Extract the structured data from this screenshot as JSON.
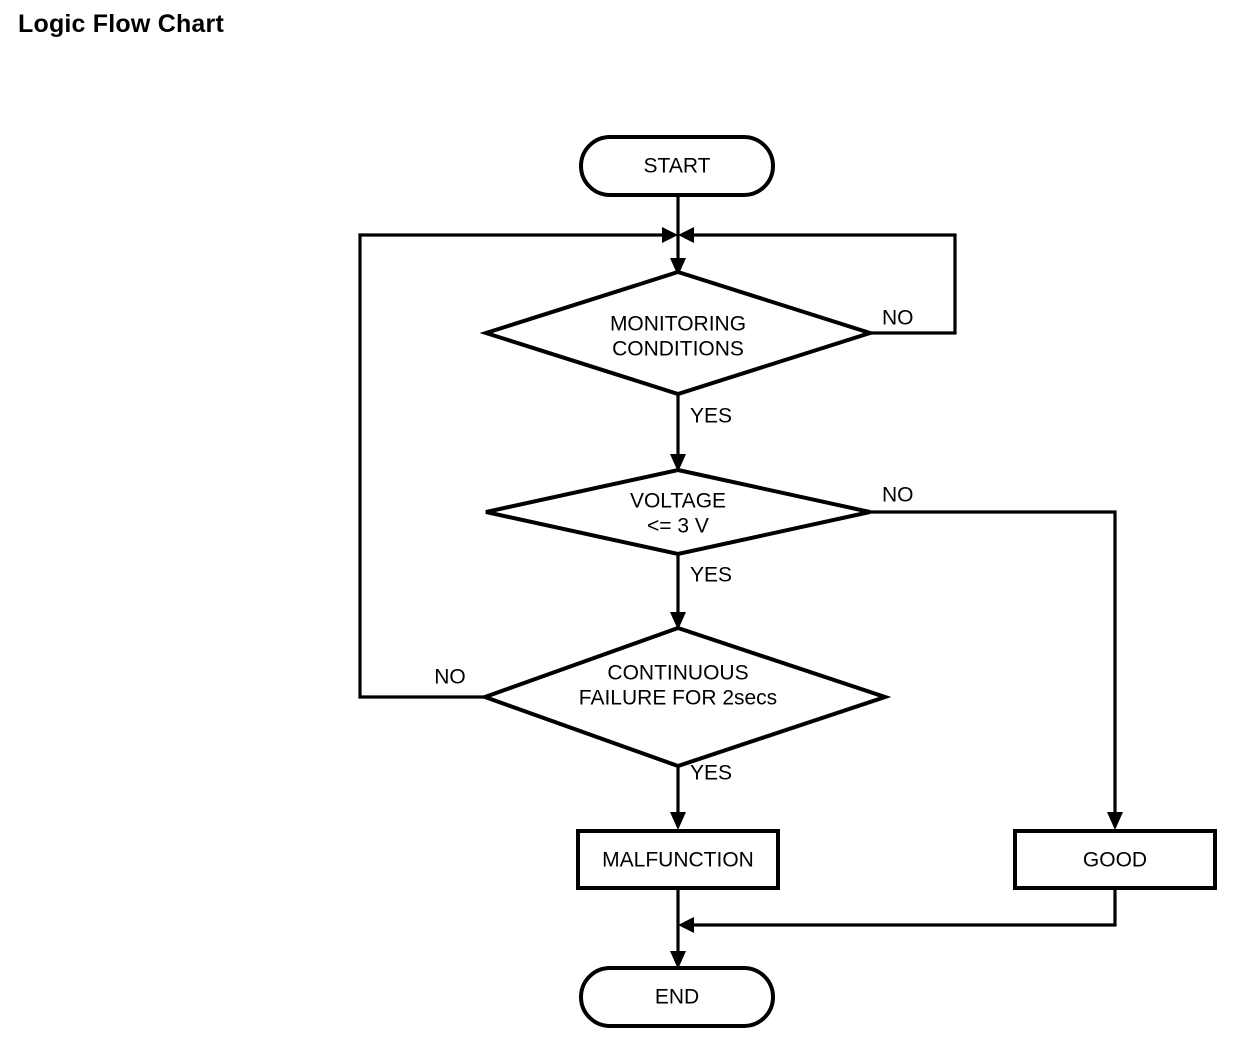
{
  "title": "Logic Flow Chart",
  "chart_data": {
    "type": "diagram",
    "diagram_kind": "flowchart",
    "title": "Logic Flow Chart",
    "orientation": "top-to-bottom",
    "nodes": [
      {
        "id": "start",
        "shape": "stadium",
        "label": "START"
      },
      {
        "id": "monitoring",
        "shape": "diamond",
        "label": "MONITORING CONDITIONS",
        "line1": "MONITORING",
        "line2": "CONDITIONS"
      },
      {
        "id": "voltage",
        "shape": "diamond",
        "label": "VOLTAGE <= 3 V",
        "line1": "VOLTAGE",
        "line2": "<= 3 V"
      },
      {
        "id": "continuous",
        "shape": "diamond",
        "label": "CONTINUOUS FAILURE FOR 2secs",
        "line1": "CONTINUOUS",
        "line2": "FAILURE FOR 2secs"
      },
      {
        "id": "malfunction",
        "shape": "rectangle",
        "label": "MALFUNCTION"
      },
      {
        "id": "good",
        "shape": "rectangle",
        "label": "GOOD"
      },
      {
        "id": "end",
        "shape": "stadium",
        "label": "END"
      }
    ],
    "edges": [
      {
        "from": "start",
        "to": "monitoring",
        "label": ""
      },
      {
        "from": "monitoring",
        "to": "voltage",
        "label": "YES"
      },
      {
        "from": "monitoring",
        "to": "monitoring",
        "label": "NO",
        "route": "right-loop-back-to-entry"
      },
      {
        "from": "voltage",
        "to": "continuous",
        "label": "YES"
      },
      {
        "from": "voltage",
        "to": "good",
        "label": "NO",
        "route": "right-then-down"
      },
      {
        "from": "continuous",
        "to": "malfunction",
        "label": "YES"
      },
      {
        "from": "continuous",
        "to": "monitoring",
        "label": "NO",
        "route": "left-loop-back-to-entry"
      },
      {
        "from": "malfunction",
        "to": "end",
        "label": ""
      },
      {
        "from": "good",
        "to": "end",
        "label": "",
        "route": "down-then-left-merge"
      }
    ],
    "labels": {
      "start": "START",
      "monitoring_l1": "MONITORING",
      "monitoring_l2": "CONDITIONS",
      "monitoring_no": "NO",
      "monitoring_yes": "YES",
      "voltage_l1": "VOLTAGE",
      "voltage_l2": "<= 3 V",
      "voltage_no": "NO",
      "voltage_yes": "YES",
      "continuous_l1": "CONTINUOUS",
      "continuous_l2": "FAILURE FOR 2secs",
      "continuous_no": "NO",
      "continuous_yes": "YES",
      "malfunction": "MALFUNCTION",
      "good": "GOOD",
      "end": "END"
    },
    "colors": {
      "background": "#ffffff",
      "stroke": "#000000",
      "fill": "#ffffff",
      "text": "#000000"
    }
  }
}
